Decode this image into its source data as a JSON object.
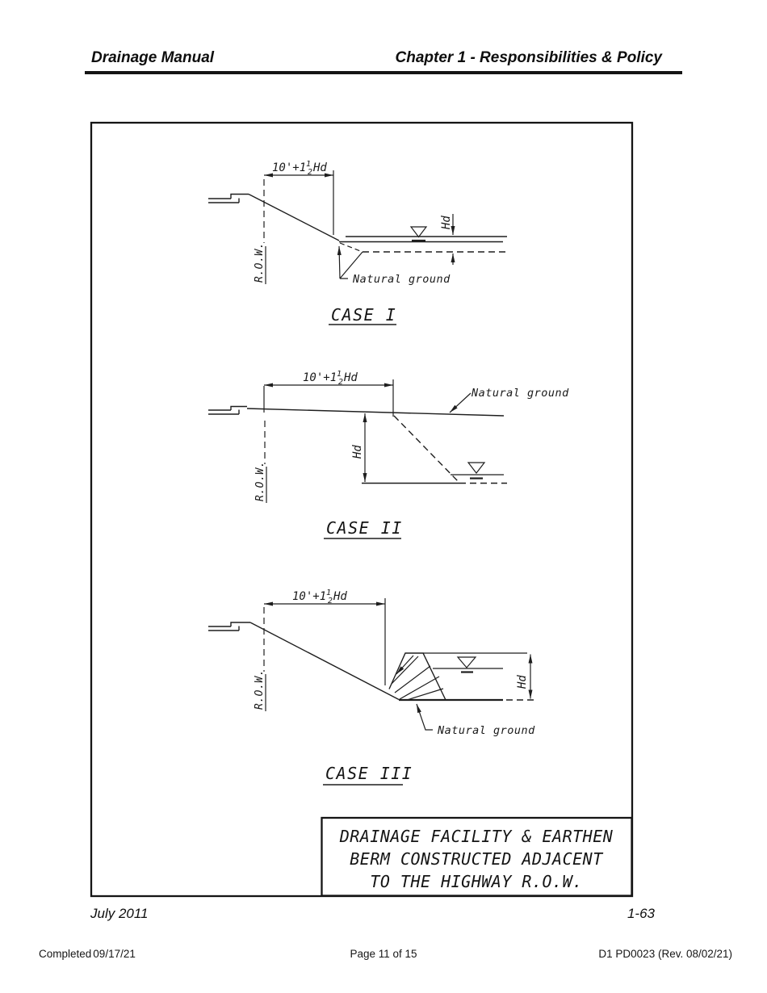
{
  "page": {
    "background": "#ffffff",
    "ink": "#1c1c1c"
  },
  "header": {
    "left_title": "Drainage Manual",
    "right_title": "Chapter 1 - Responsibilities & Policy"
  },
  "figure": {
    "labels": {
      "dim_pre": "10'+1",
      "dim_frac_num": "1",
      "dim_frac_den": "2",
      "dim_post": "Hd",
      "row": "R.O.W.",
      "hd": "Hd",
      "natural_ground": "Natural ground"
    },
    "case1_title": "CASE I",
    "case2_title": "CASE II",
    "case3_title": "CASE III",
    "title_block_line1": "DRAINAGE FACILITY & EARTHEN",
    "title_block_line2": "BERM CONSTRUCTED ADJACENT",
    "title_block_line3": "TO THE HIGHWAY R.O.W."
  },
  "footer": {
    "date": "July 2011",
    "page_number": "1-63"
  },
  "status_row": {
    "completed_label": "Completed",
    "completed_date": "09/17/21",
    "page_info": "Page 11 of 15",
    "doc_ref": "D1 PD0023 (Rev. 08/02/21)"
  }
}
